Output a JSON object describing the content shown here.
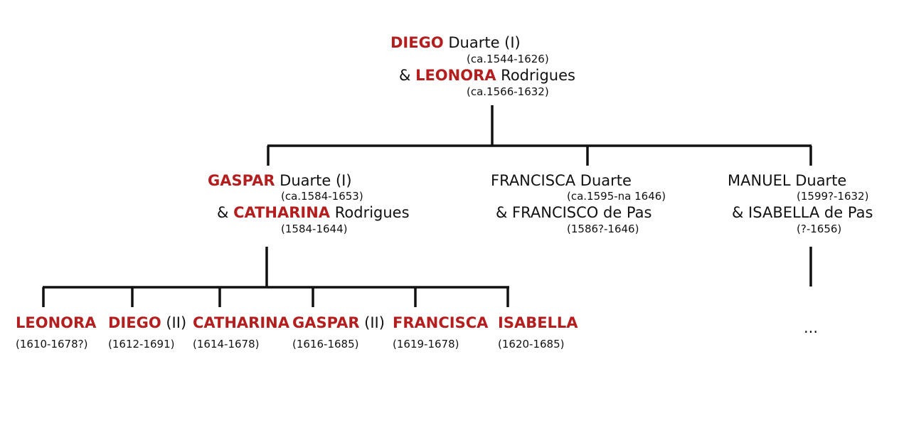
{
  "colors": {
    "highlight": "#b41e1e",
    "text": "#111111",
    "line": "#111111",
    "background": "#ffffff"
  },
  "root": {
    "husband": {
      "first": "DIEGO",
      "rest": " Duarte (I)",
      "dates": "(ca.1544-1626)"
    },
    "wife": {
      "prefix": "& ",
      "first": "LEONORA",
      "rest": " Rodrigues",
      "dates": "(ca.1566-1632)"
    }
  },
  "gen2": {
    "gaspar": {
      "husband": {
        "first": "GASPAR",
        "rest": " Duarte (I)",
        "dates": "(ca.1584-1653)"
      },
      "wife": {
        "prefix": "& ",
        "first": "CATHARINA",
        "rest": " Rodrigues",
        "dates": "(1584-1644)"
      }
    },
    "francisca": {
      "person": {
        "name": "FRANCISCA Duarte",
        "dates": "(ca.1595-na 1646)"
      },
      "spouse": {
        "name": "& FRANCISCO de Pas",
        "dates": "(1586?-1646)"
      }
    },
    "manuel": {
      "person": {
        "name": "MANUEL Duarte",
        "dates": "(1599?-1632)"
      },
      "spouse": {
        "name": "& ISABELLA de Pas",
        "dates": "(?-1656)"
      },
      "descendants": "..."
    }
  },
  "gen3": [
    {
      "first": "LEONORA",
      "suffix": "",
      "dates": "(1610-1678?)"
    },
    {
      "first": "DIEGO",
      "suffix": " (II)",
      "dates": "(1612-1691)"
    },
    {
      "first": "CATHARINA",
      "suffix": "",
      "dates": "(1614-1678)"
    },
    {
      "first": "GASPAR",
      "suffix": " (II)",
      "dates": "(1616-1685)"
    },
    {
      "first": "FRANCISCA",
      "suffix": "",
      "dates": "(1619-1678)"
    },
    {
      "first": "ISABELLA",
      "suffix": "",
      "dates": "(1620-1685)"
    }
  ]
}
